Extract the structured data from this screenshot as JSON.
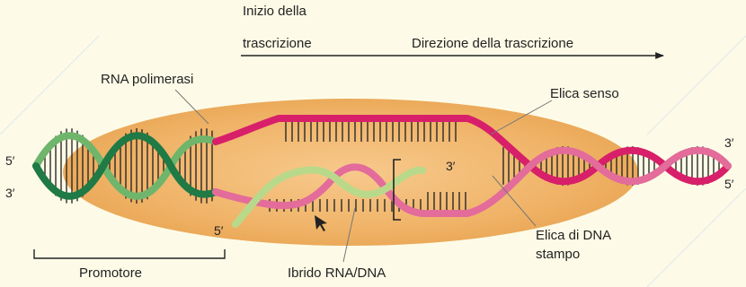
{
  "labels": {
    "transcription_start_l1": "Inizio della",
    "transcription_start_l2": "trascrizione",
    "transcription_direction": "Direzione della trascrizione",
    "rna_polymerase": "RNA polimerasi",
    "sense_strand": "Elica senso",
    "template_strand_l1": "Elica di DNA",
    "template_strand_l2": "stampo",
    "promoter": "Promotore",
    "hybrid": "Ibrido RNA/DNA",
    "five_prime_left": "5′",
    "three_prime_left": "3′",
    "three_prime_right": "3′",
    "five_prime_right": "5′",
    "three_prime_bubble": "3′",
    "five_prime_rna": "5′"
  },
  "colors": {
    "background": "#fdfbe7",
    "polymerase": "#f0b469",
    "sense_strand": "#d81f6a",
    "template_strand": "#e36c9b",
    "promoter_dark": "#1f7a45",
    "promoter_light": "#6fb56c",
    "rna": "#b9d98a",
    "rungs": "#2a2a2a"
  }
}
